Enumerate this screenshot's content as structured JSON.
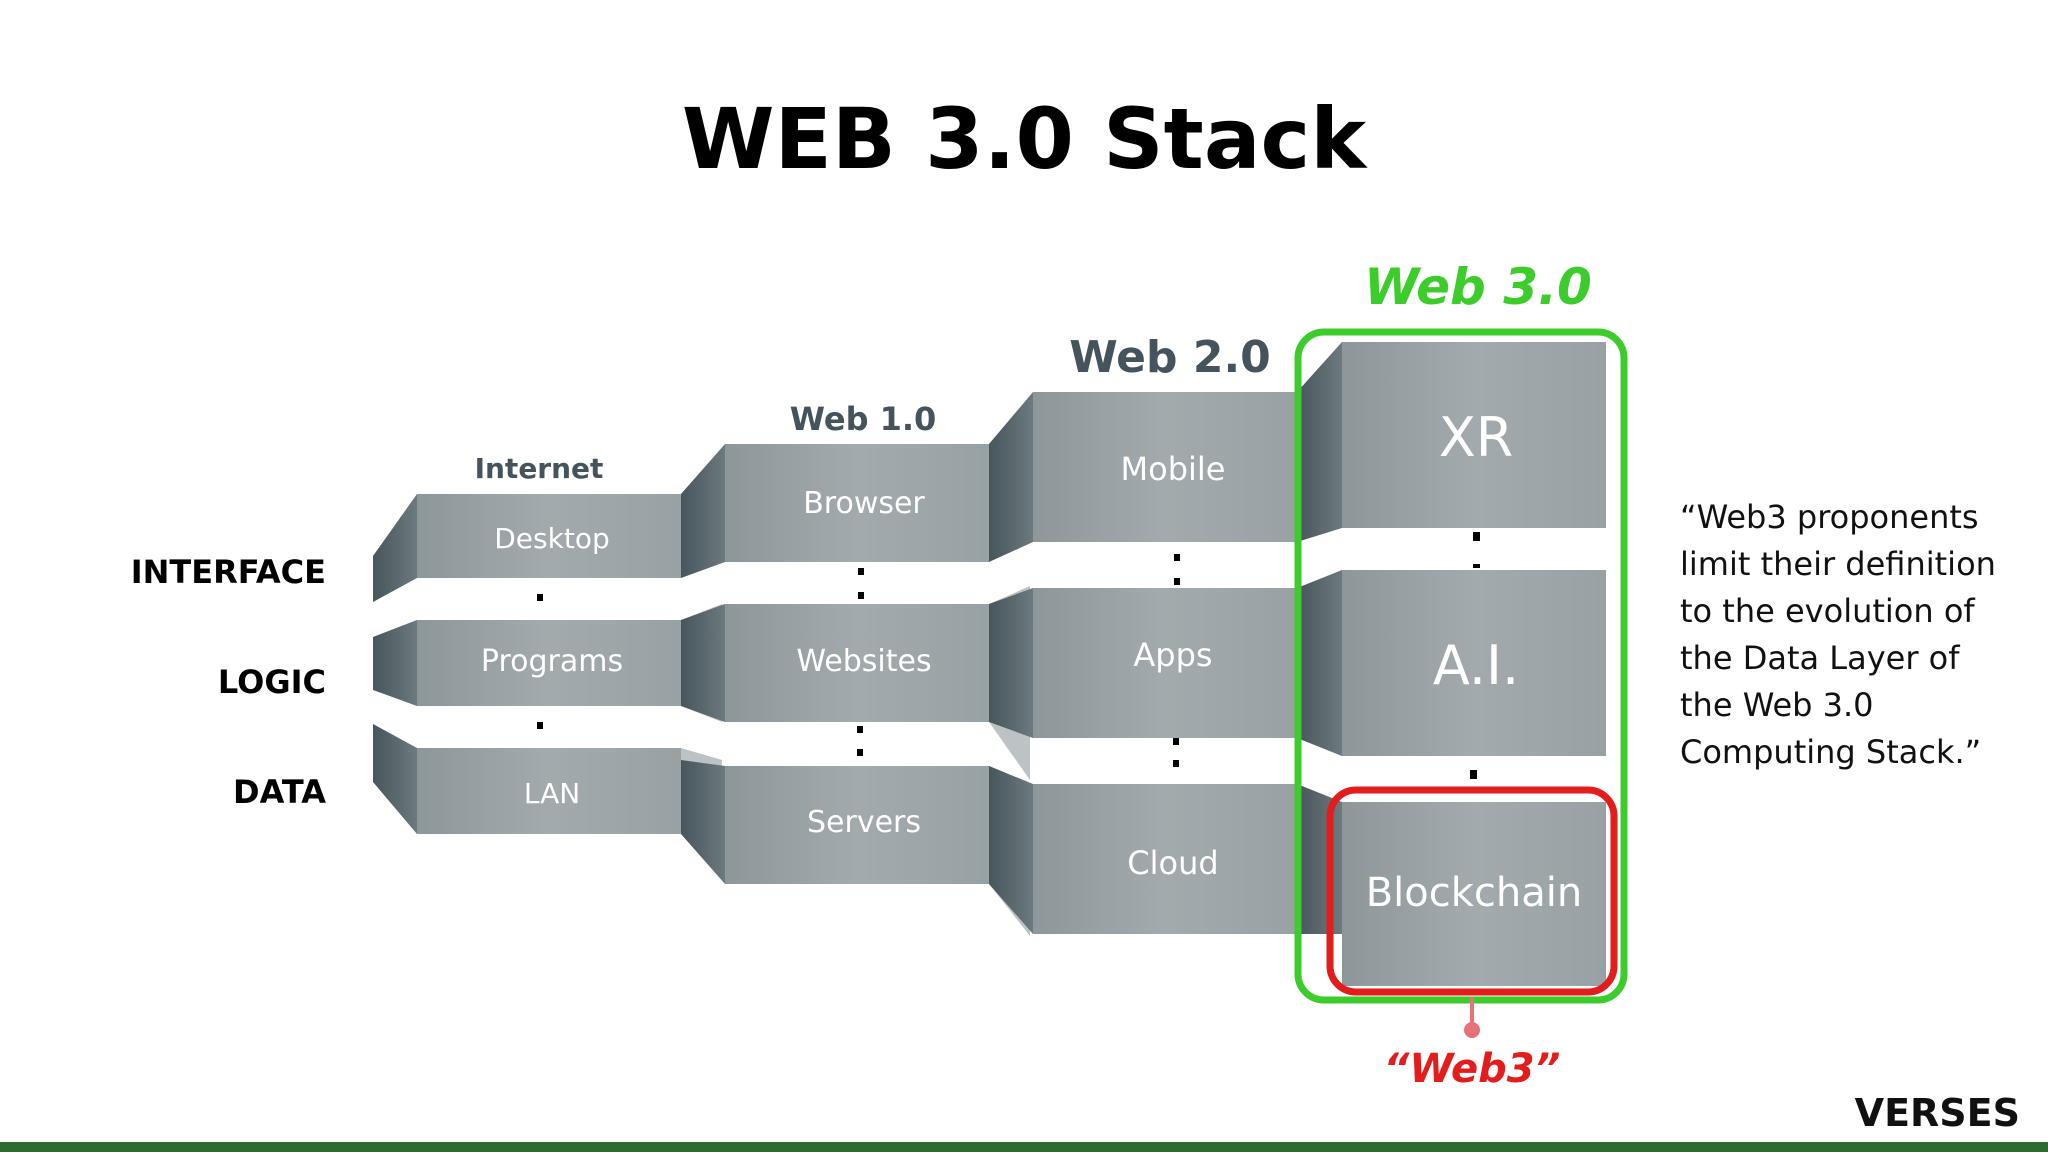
{
  "title": "WEB 3.0 Stack",
  "rows": {
    "interface": "INTERFACE",
    "logic": "LOGIC",
    "data": "DATA"
  },
  "columns": [
    {
      "header": "Internet",
      "interface": "Desktop",
      "logic": "Programs",
      "data": "LAN"
    },
    {
      "header": "Web 1.0",
      "interface": "Browser",
      "logic": "Websites",
      "data": "Servers"
    },
    {
      "header": "Web 2.0",
      "interface": "Mobile",
      "logic": "Apps",
      "data": "Cloud"
    },
    {
      "header": "Web 3.0",
      "interface": "XR",
      "logic": "A.I.",
      "data": "Blockchain"
    }
  ],
  "web3_callout": "“Web3”",
  "quote": [
    "“Web3 proponents",
    "limit their definition",
    "to the evolution of",
    "the Data Layer of",
    "the Web 3.0",
    "Computing Stack.”"
  ],
  "logo": "VERSES",
  "colors": {
    "web3_green": "#3ccc2c",
    "web3_red": "#e31c1c",
    "header_gray": "#45545c",
    "block_gray": "#9aa3a6",
    "footer_green": "#2e6b30"
  }
}
